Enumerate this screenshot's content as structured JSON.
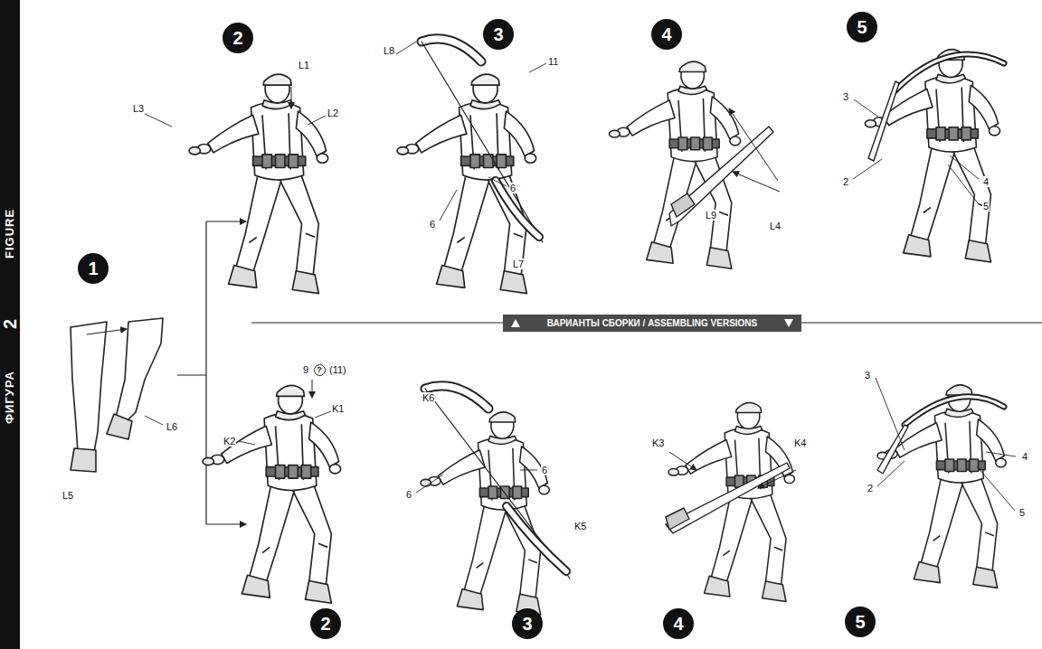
{
  "diagram": {
    "nodes": [
      {
        "text": [
          "ФИГУРА",
          "2",
          "FIGURE"
        ]
      },
      {
        "text": [
          "2"
        ]
      },
      {
        "text": [
          "3"
        ]
      },
      {
        "text": [
          "4"
        ]
      },
      {
        "text": [
          "5"
        ]
      },
      {
        "text": [
          "1"
        ]
      },
      {
        "text": [
          "ВАРИАНТЫ СБОРКИ / ASSEMBLING VERSIONS"
        ]
      },
      {
        "text": [
          "?"
        ]
      },
      {
        "text": [
          "2"
        ]
      },
      {
        "text": [
          "3"
        ]
      },
      {
        "text": [
          "4"
        ]
      },
      {
        "text": [
          "5"
        ]
      }
    ],
    "labels": [
      "L1",
      "L3",
      "L2",
      "L8",
      "11",
      "6",
      "6",
      "L7",
      "L9",
      "L4",
      "3",
      "2",
      "4",
      "5",
      "L6",
      "L5",
      "9",
      "(11)",
      "K1",
      "K2",
      "K6",
      "6",
      "6",
      "K5",
      "K3",
      "K4",
      "3",
      "2",
      "4",
      "5"
    ]
  }
}
